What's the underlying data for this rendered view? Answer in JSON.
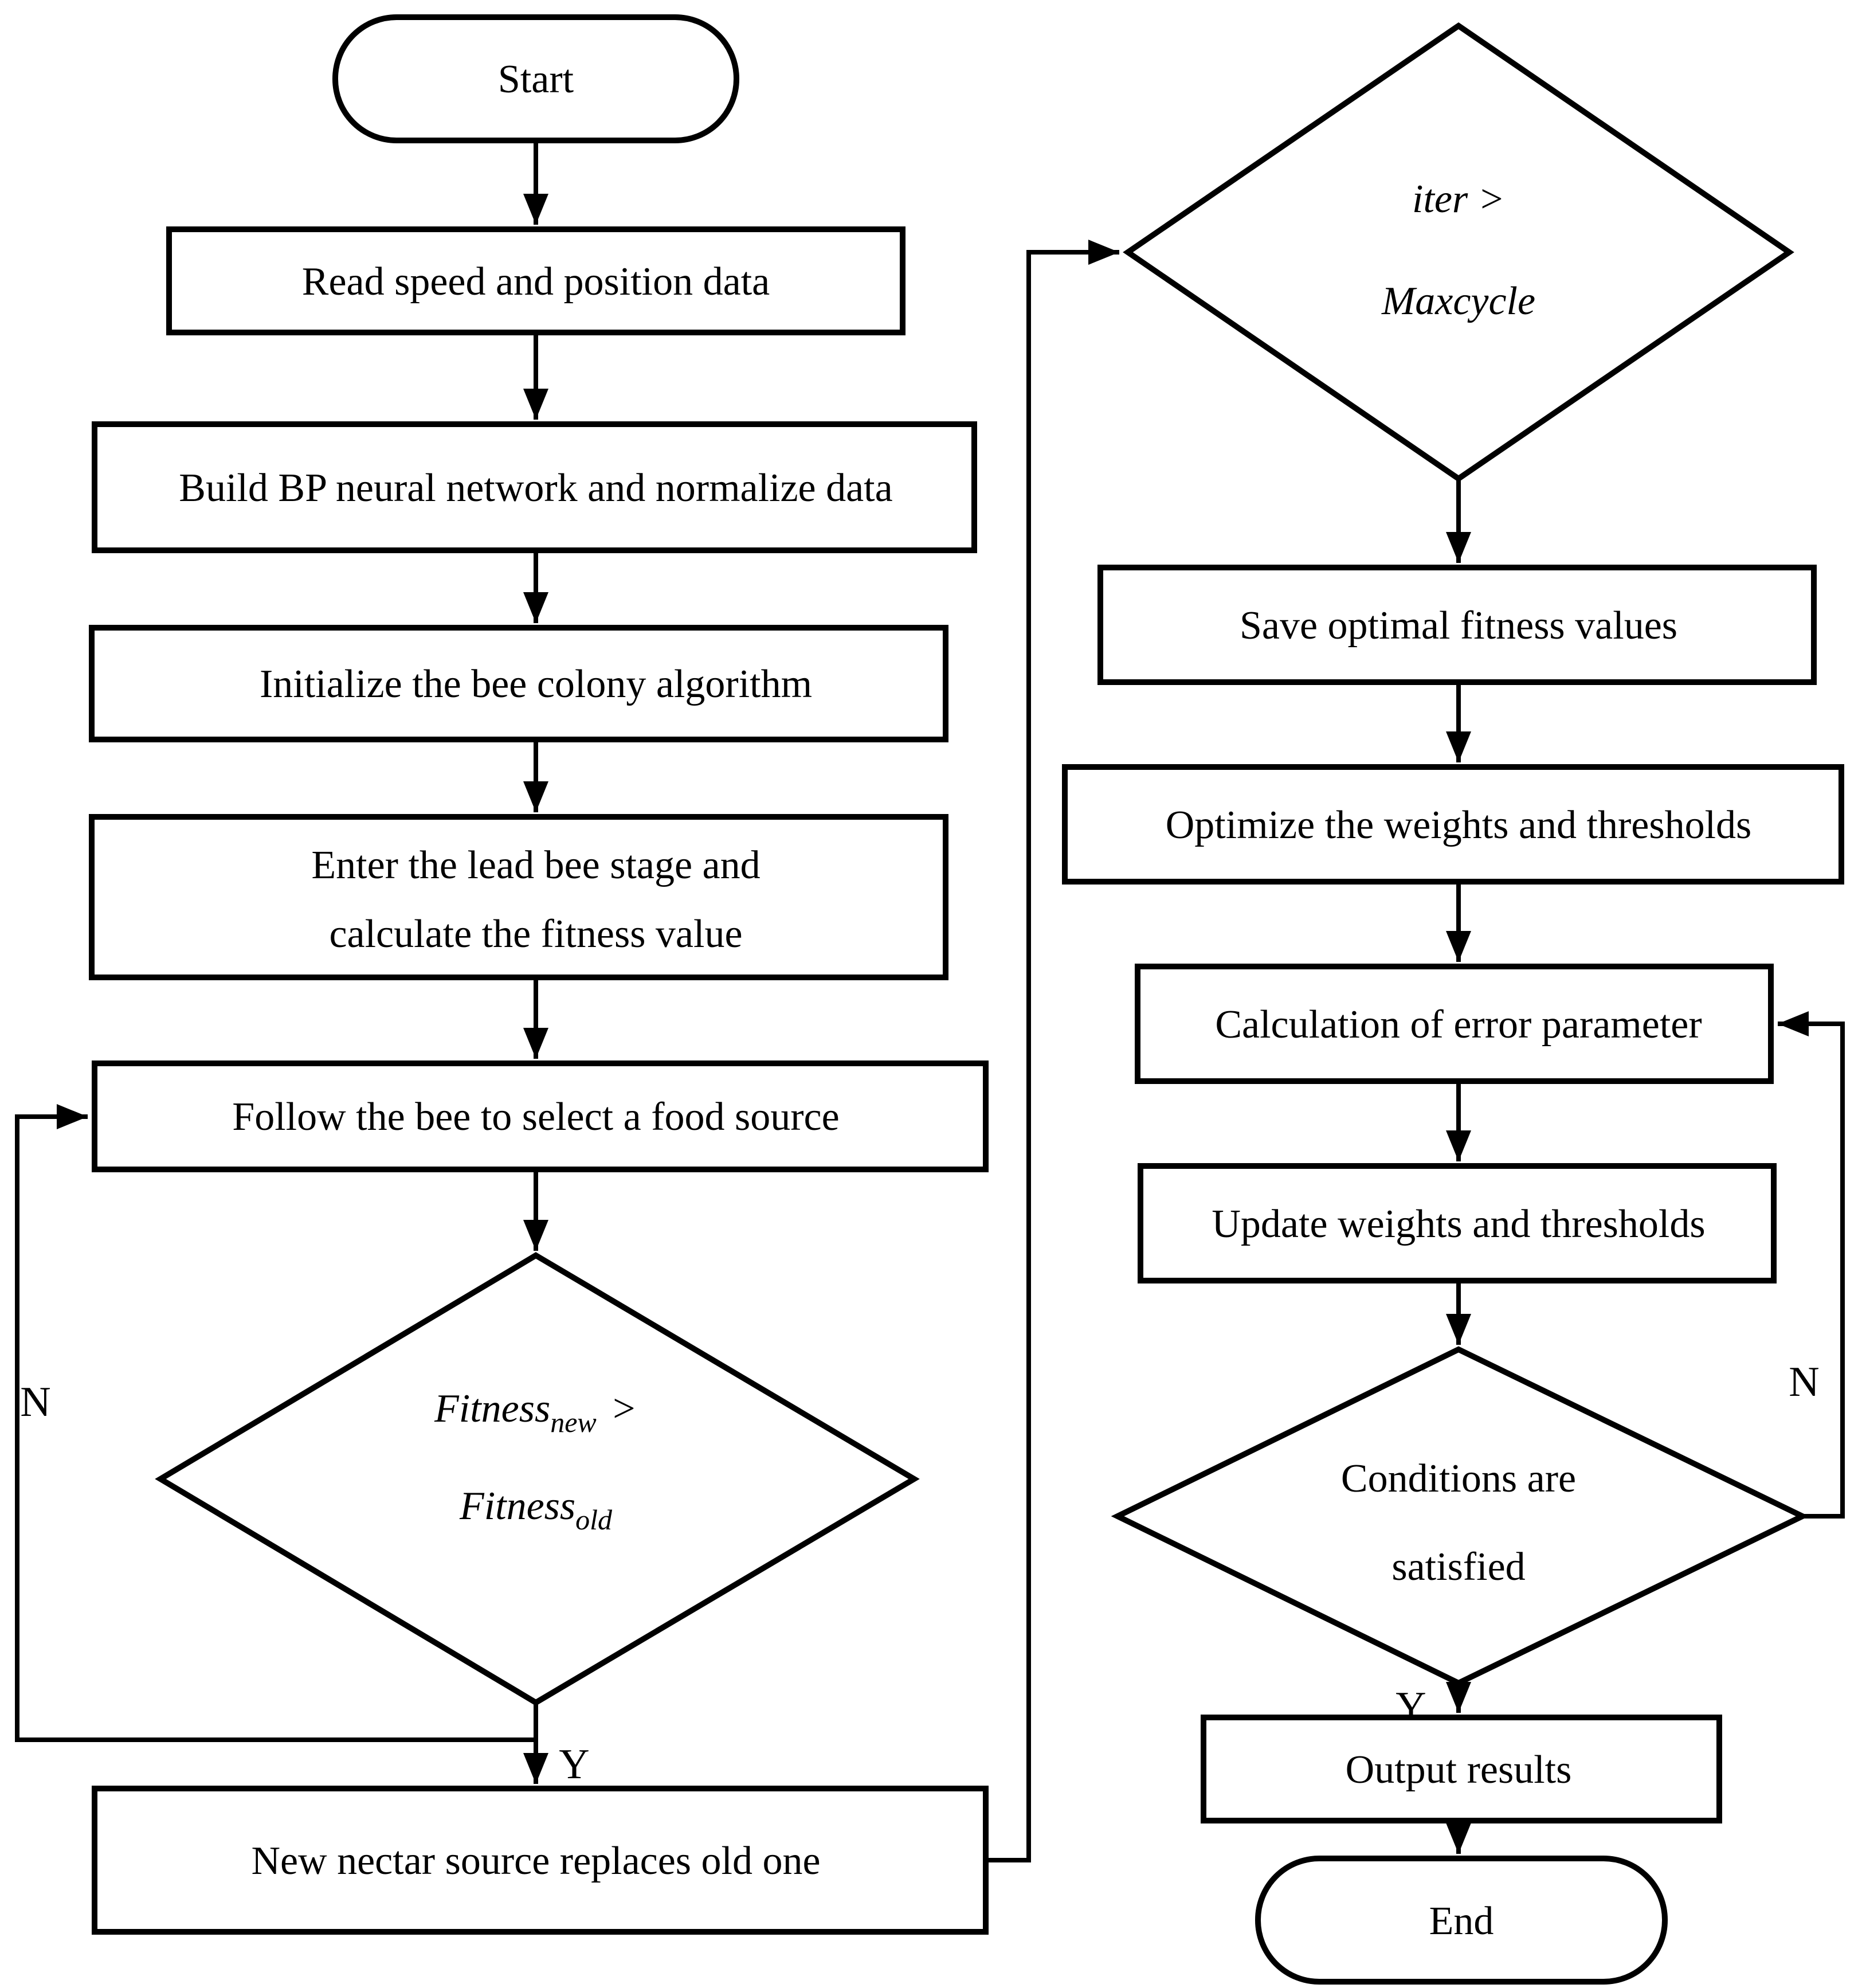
{
  "flowchart": {
    "nodes": {
      "start": {
        "label": "Start"
      },
      "read": {
        "label": "Read speed and position data"
      },
      "build": {
        "label": "Build BP neural network and normalize data"
      },
      "init": {
        "label": "Initialize the bee colony algorithm"
      },
      "enter": {
        "line1": "Enter the lead bee stage and",
        "line2": "calculate the fitness value"
      },
      "follow": {
        "label": "Follow the bee to select a food source"
      },
      "fitness_decision": {
        "line1_base": "Fitness",
        "line1_sub": "new",
        "line1_op": ">",
        "line2_base": "Fitness",
        "line2_sub": "old"
      },
      "nectar": {
        "label": "New nectar source replaces old one"
      },
      "iter_decision": {
        "line1": "iter >",
        "line2": "Maxcycle"
      },
      "save": {
        "label": "Save optimal fitness values"
      },
      "optimize": {
        "label": "Optimize the weights and thresholds"
      },
      "calc": {
        "label": "Calculation of error parameter"
      },
      "update": {
        "label": "Update weights and thresholds"
      },
      "conditions_decision": {
        "line1": "Conditions are",
        "line2": "satisfied"
      },
      "output": {
        "label": "Output results"
      },
      "end": {
        "label": "End"
      }
    },
    "edge_labels": {
      "fitness_no": "N",
      "fitness_yes": "Y",
      "conditions_no": "N",
      "conditions_yes": "Y"
    },
    "colors": {
      "stroke": "#000000",
      "background": "#ffffff"
    }
  }
}
